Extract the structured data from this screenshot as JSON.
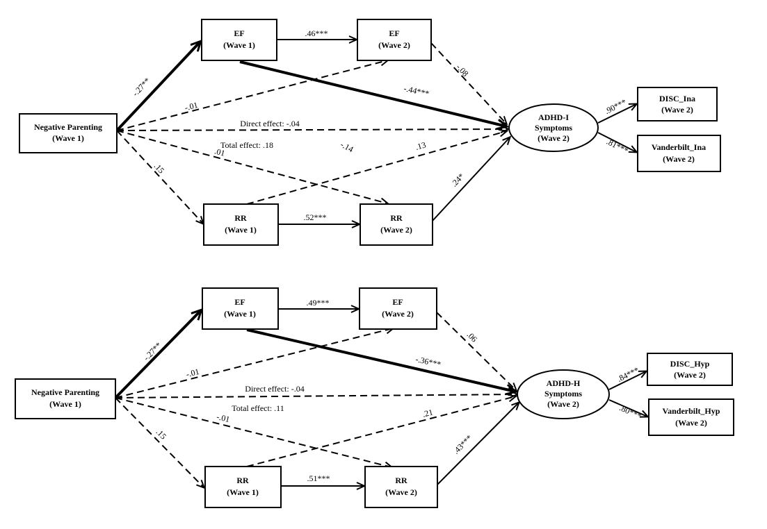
{
  "panels": [
    {
      "nodes": {
        "np": {
          "line1": "Negative Parenting",
          "line2": "(Wave 1)"
        },
        "ef1": {
          "line1": "EF",
          "line2": "(Wave 1)"
        },
        "ef2": {
          "line1": "EF",
          "line2": "(Wave 2)"
        },
        "rr1": {
          "line1": "RR",
          "line2": "(Wave 1)"
        },
        "rr2": {
          "line1": "RR",
          "line2": "(Wave 2)"
        },
        "adhd": {
          "line1": "ADHD-I",
          "line2": "Symptoms",
          "line3": "(Wave 2)"
        },
        "ind1": {
          "line1": "DISC_Ina",
          "line2": "(Wave 2)"
        },
        "ind2": {
          "line1": "Vanderbilt_Ina",
          "line2": "(Wave 2)"
        }
      },
      "paths": {
        "np_ef1": "-.27**",
        "ef1_ef2": ".46***",
        "np_ef2": "-.01",
        "ef2_adhd": "-.08",
        "ef1_adhd": "-.44***",
        "np_adhd_direct": "Direct effect: -.04",
        "np_adhd_total": "Total effect: .18",
        "np_rr2": ".01",
        "rr1_adhd": ".13",
        "np_rr2_mid": "-.14",
        "np_rr1": ".15",
        "rr1_rr2": ".52***",
        "rr2_adhd": ".24*",
        "adhd_ind1": ".90***",
        "adhd_ind2": ".81***"
      }
    },
    {
      "nodes": {
        "np": {
          "line1": "Negative Parenting",
          "line2": "(Wave 1)"
        },
        "ef1": {
          "line1": "EF",
          "line2": "(Wave 1)"
        },
        "ef2": {
          "line1": "EF",
          "line2": "(Wave 2)"
        },
        "rr1": {
          "line1": "RR",
          "line2": "(Wave 1)"
        },
        "rr2": {
          "line1": "RR",
          "line2": "(Wave 2)"
        },
        "adhd": {
          "line1": "ADHD-H",
          "line2": "Symptoms",
          "line3": "(Wave 2)"
        },
        "ind1": {
          "line1": "DISC_Hyp",
          "line2": "(Wave 2)"
        },
        "ind2": {
          "line1": "Vanderbilt_Hyp",
          "line2": "(Wave 2)"
        }
      },
      "paths": {
        "np_ef1": "-.27**",
        "ef1_ef2": ".49***",
        "np_ef2": "-.01",
        "ef2_adhd": ".06",
        "ef1_adhd": "-.36***",
        "np_adhd_direct": "Direct effect: -.04",
        "np_adhd_total": "Total effect: .11",
        "np_rr2": "-.01",
        "rr1_adhd": ".21",
        "np_rr1": ".15",
        "rr1_rr2": ".51***",
        "rr2_adhd": ".43***",
        "adhd_ind1": ".84***",
        "adhd_ind2": ".80***"
      }
    }
  ]
}
